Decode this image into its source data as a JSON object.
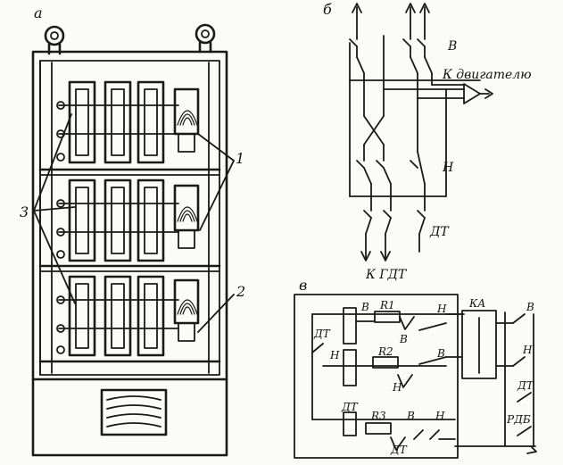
{
  "panel_a": {
    "label": "а",
    "callouts": {
      "c1": "1",
      "c2": "2",
      "c3": "3"
    }
  },
  "panel_b": {
    "label": "б",
    "top_label": "В",
    "motor_label": "К двигателю",
    "middle_label": "Н",
    "lower_label": "ДТ",
    "bottom_label": "К ГДТ"
  },
  "panel_c": {
    "label": "в",
    "dt_left": "ДТ",
    "v_coil": "В",
    "n_coil": "Н",
    "r1": "R1",
    "r2": "R2",
    "r3": "R3",
    "v_res": "В",
    "n_res": "Н",
    "n_contact_1": "Н",
    "v_contact_2": "В",
    "dt_coil": "ДТ",
    "dt_bottom": "ДТ",
    "v_contact_3": "В",
    "n_contact_3": "Н",
    "ka": "КА",
    "right_v": "В",
    "right_n": "Н",
    "right_dt": "ДТ",
    "rdb": "РДБ"
  }
}
